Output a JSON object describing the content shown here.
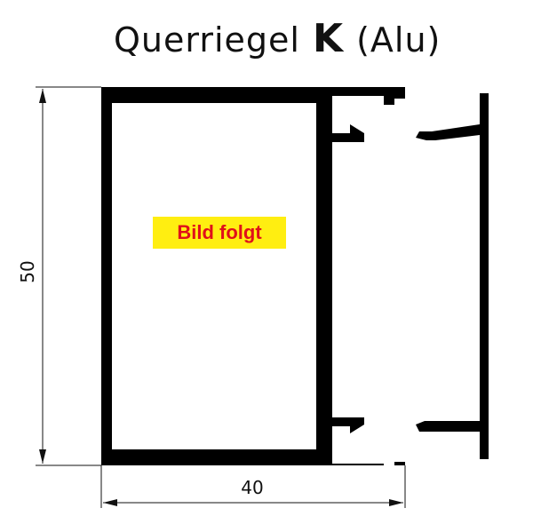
{
  "title": {
    "prefix": "Querriegel",
    "letter": "K",
    "suffix": "(Alu)"
  },
  "dimensions": {
    "height": "50",
    "width": "40"
  },
  "placeholder_badge": "Bild folgt",
  "colors": {
    "profile": "#000000",
    "badge_background": "#ffee11",
    "badge_text": "#e0101a"
  }
}
